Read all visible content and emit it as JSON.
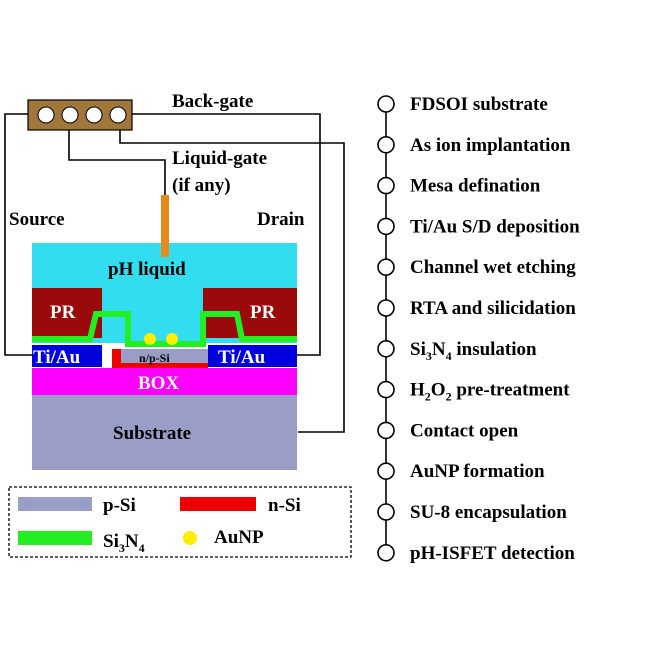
{
  "labels": {
    "back_gate": "Back-gate",
    "liquid_gate_line1": "Liquid-gate",
    "liquid_gate_line2": "(if any)",
    "source": "Source",
    "drain": "Drain",
    "ph_liquid": "pH liquid",
    "pr": "PR",
    "ti_au": "Ti/Au",
    "channel": "n/p-Si",
    "box": "BOX",
    "substrate": "Substrate"
  },
  "legend": {
    "p_si": "p-Si",
    "n_si": "n-Si",
    "si3n4": {
      "base": "Si",
      "sub1": "3",
      "mid": "N",
      "sub2": "4"
    },
    "aunp": "AuNP"
  },
  "steps": [
    {
      "text": "FDSOI substrate"
    },
    {
      "text": "As ion implantation"
    },
    {
      "text": "Mesa defination"
    },
    {
      "text": "Ti/Au S/D deposition"
    },
    {
      "text": "Channel wet etching"
    },
    {
      "text": "RTA and silicidation"
    },
    {
      "parts": [
        "Si",
        "3",
        "N",
        "4",
        " insulation"
      ]
    },
    {
      "parts": [
        "H",
        "2",
        "O",
        "2",
        " pre-treatment"
      ]
    },
    {
      "text": "Contact open"
    },
    {
      "text": "AuNP formation"
    },
    {
      "text": "SU-8 encapsulation"
    },
    {
      "text": "pH-ISFET detection"
    }
  ],
  "colors": {
    "ph_liquid": "#33ddf0",
    "pr": "#9b0a0a",
    "si3n4": "#22ee22",
    "ti_au": "#0000dd",
    "n_si": "#ee0000",
    "p_si": "#9a9ec7",
    "box": "#ff00ff",
    "substrate": "#9a9ec7",
    "aunp": "#ffee00",
    "back_gate_box": "#a0763a",
    "liquid_gate_electrode": "#e88a1a"
  }
}
